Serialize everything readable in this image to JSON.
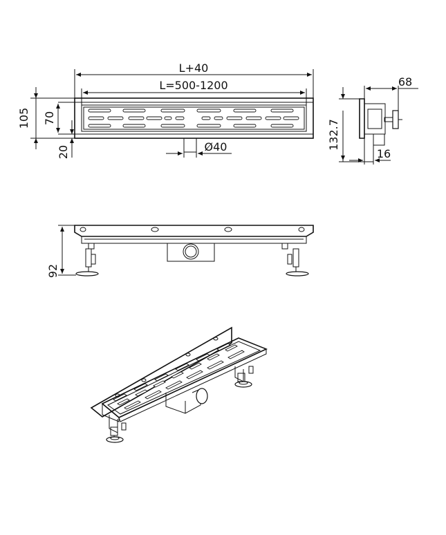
{
  "dimensions": {
    "overall_length": "L+40",
    "grate_length": "L=500-1200",
    "total_height": "105",
    "grate_height": "70",
    "flange_height": "20",
    "outlet_diameter": "Ø40",
    "side_width": "68",
    "side_height": "132.7",
    "side_depth": "16",
    "leg_height": "92"
  },
  "colors": {
    "line": "#111111",
    "background": "#ffffff"
  }
}
